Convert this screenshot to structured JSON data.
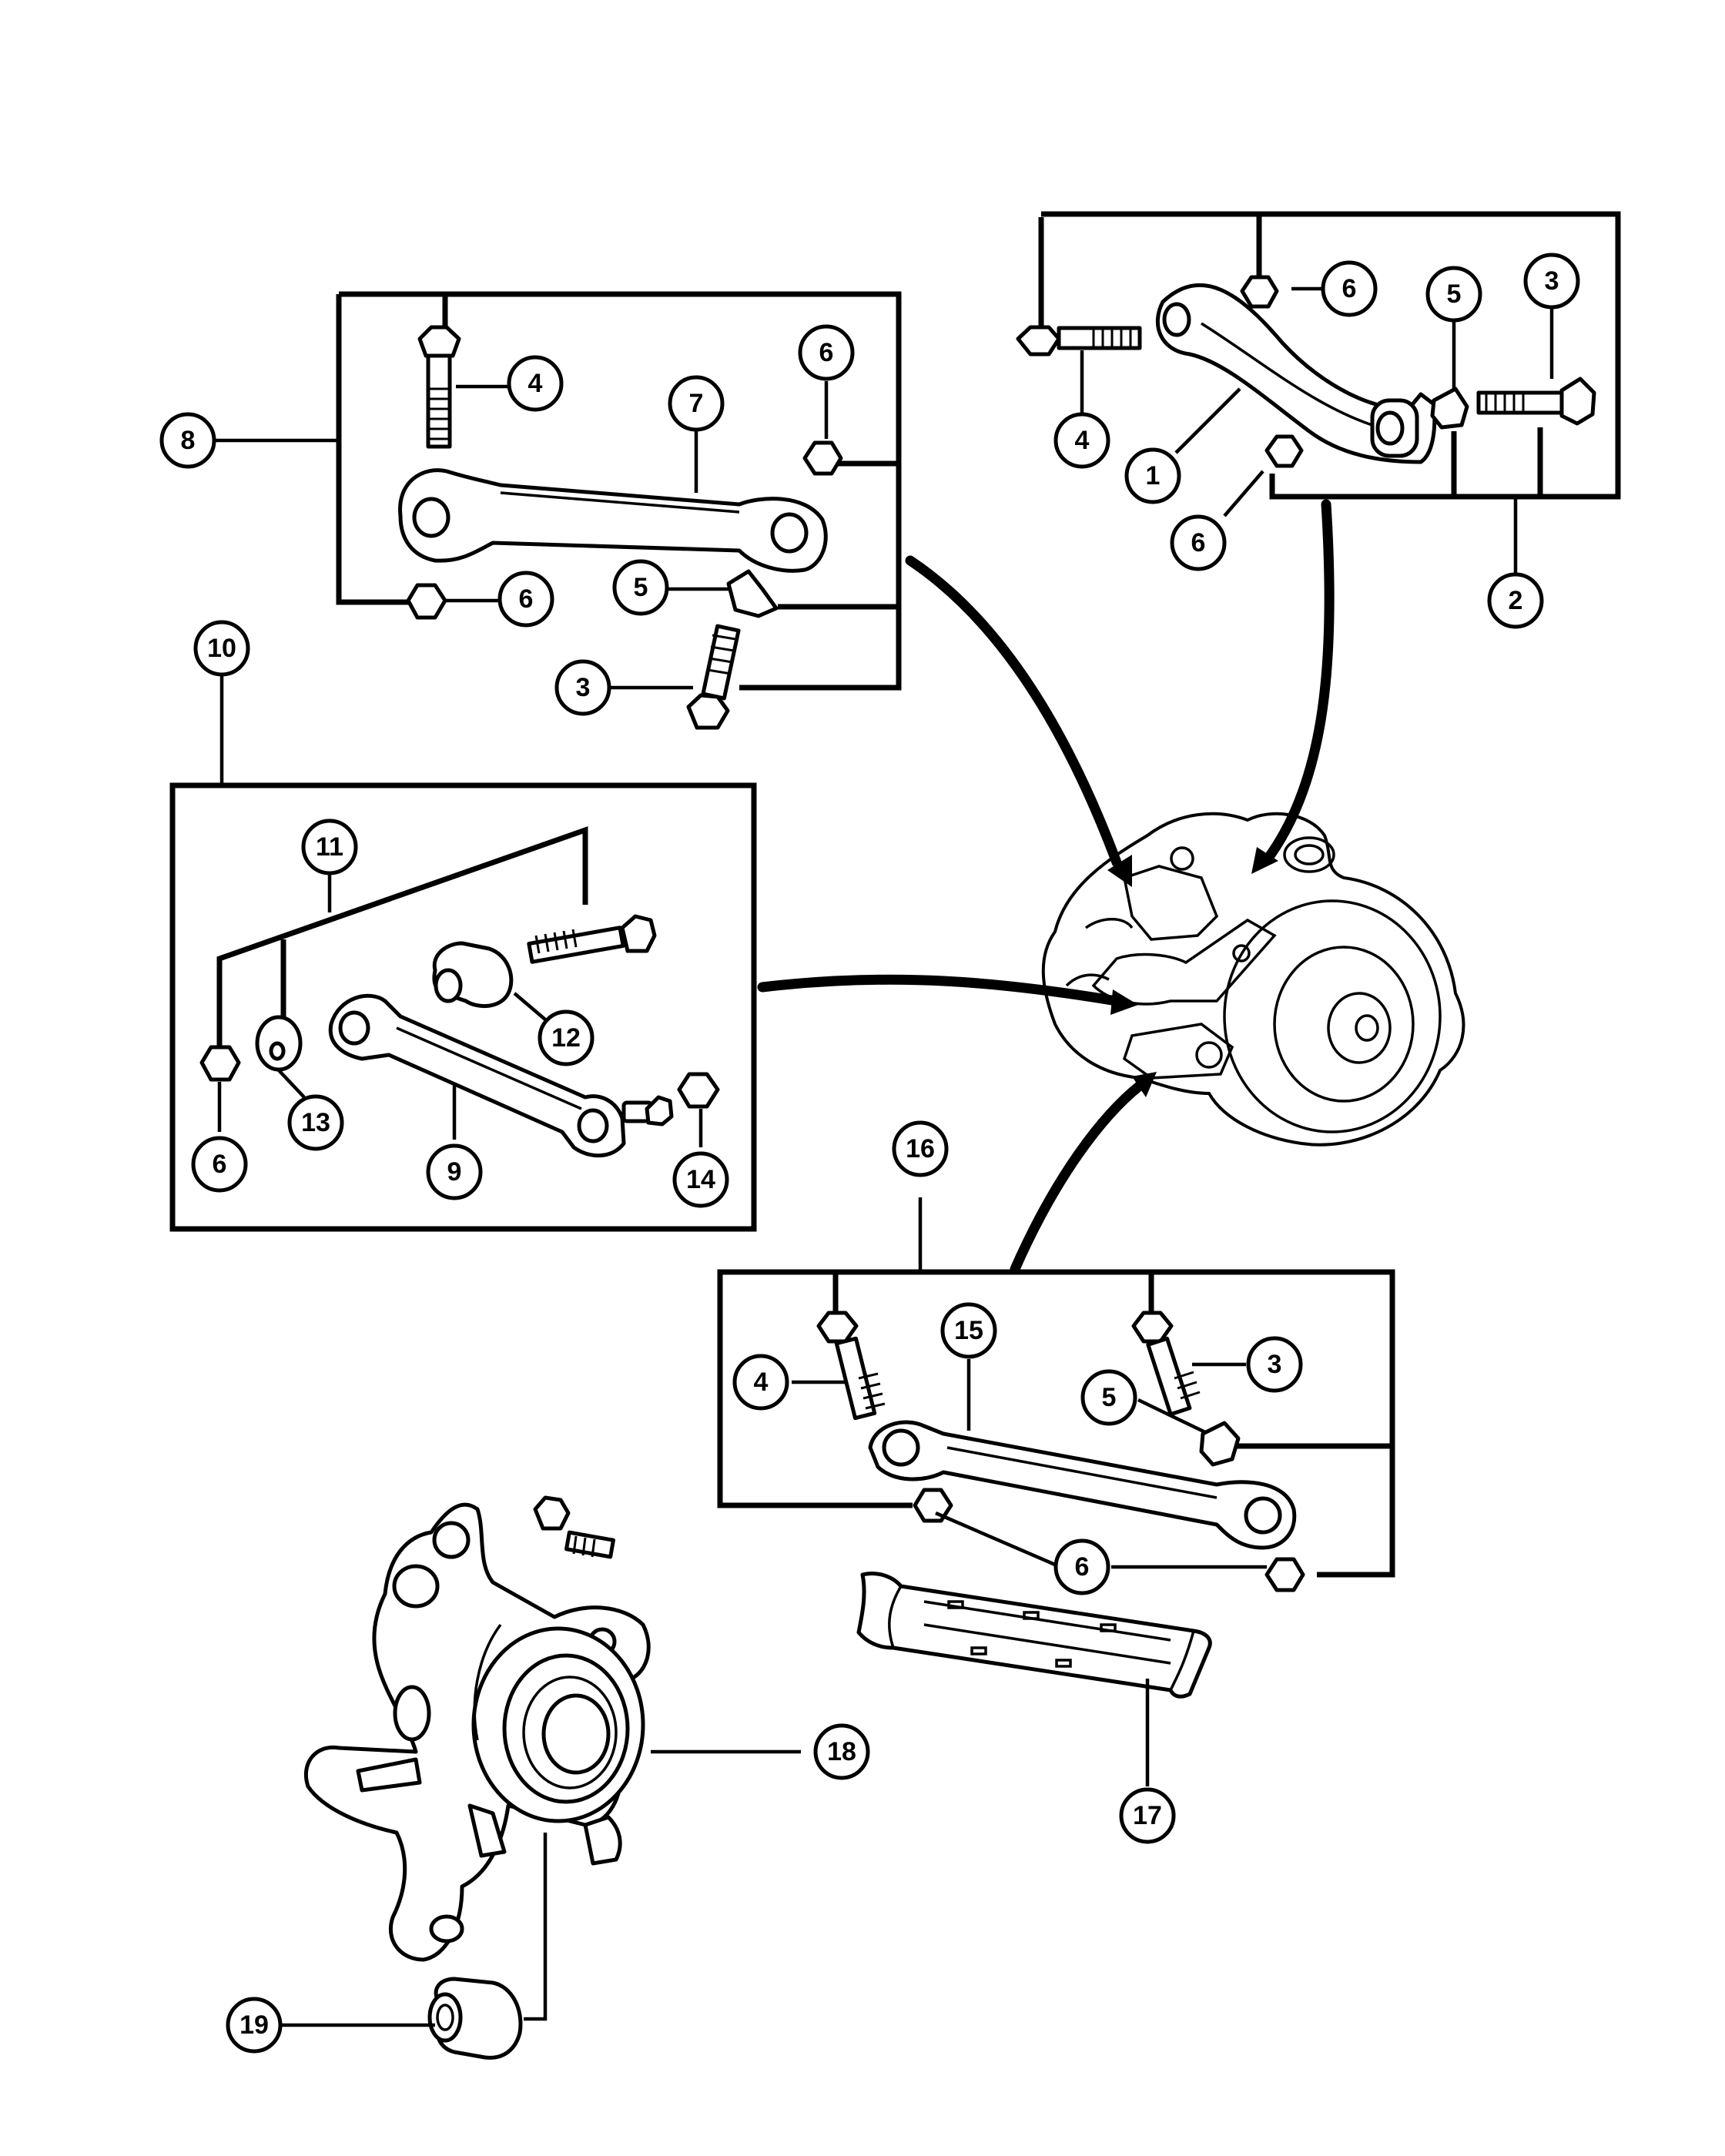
{
  "callouts": {
    "c1": "1",
    "c2": "2",
    "c3a": "3",
    "c4a": "4",
    "c5a": "5",
    "c6a": "6",
    "c6b": "6",
    "c8": "8",
    "c4b": "4",
    "c7": "7",
    "c6c": "6",
    "c6d": "6",
    "c5b": "5",
    "c3b": "3",
    "c10": "10",
    "c11": "11",
    "c12": "12",
    "c13": "13",
    "c6e": "6",
    "c9": "9",
    "c14": "14",
    "c16": "16",
    "c4c": "4",
    "c15": "15",
    "c3c": "3",
    "c5c": "5",
    "c6f": "6",
    "c18": "18",
    "c17": "17",
    "c19": "19"
  }
}
